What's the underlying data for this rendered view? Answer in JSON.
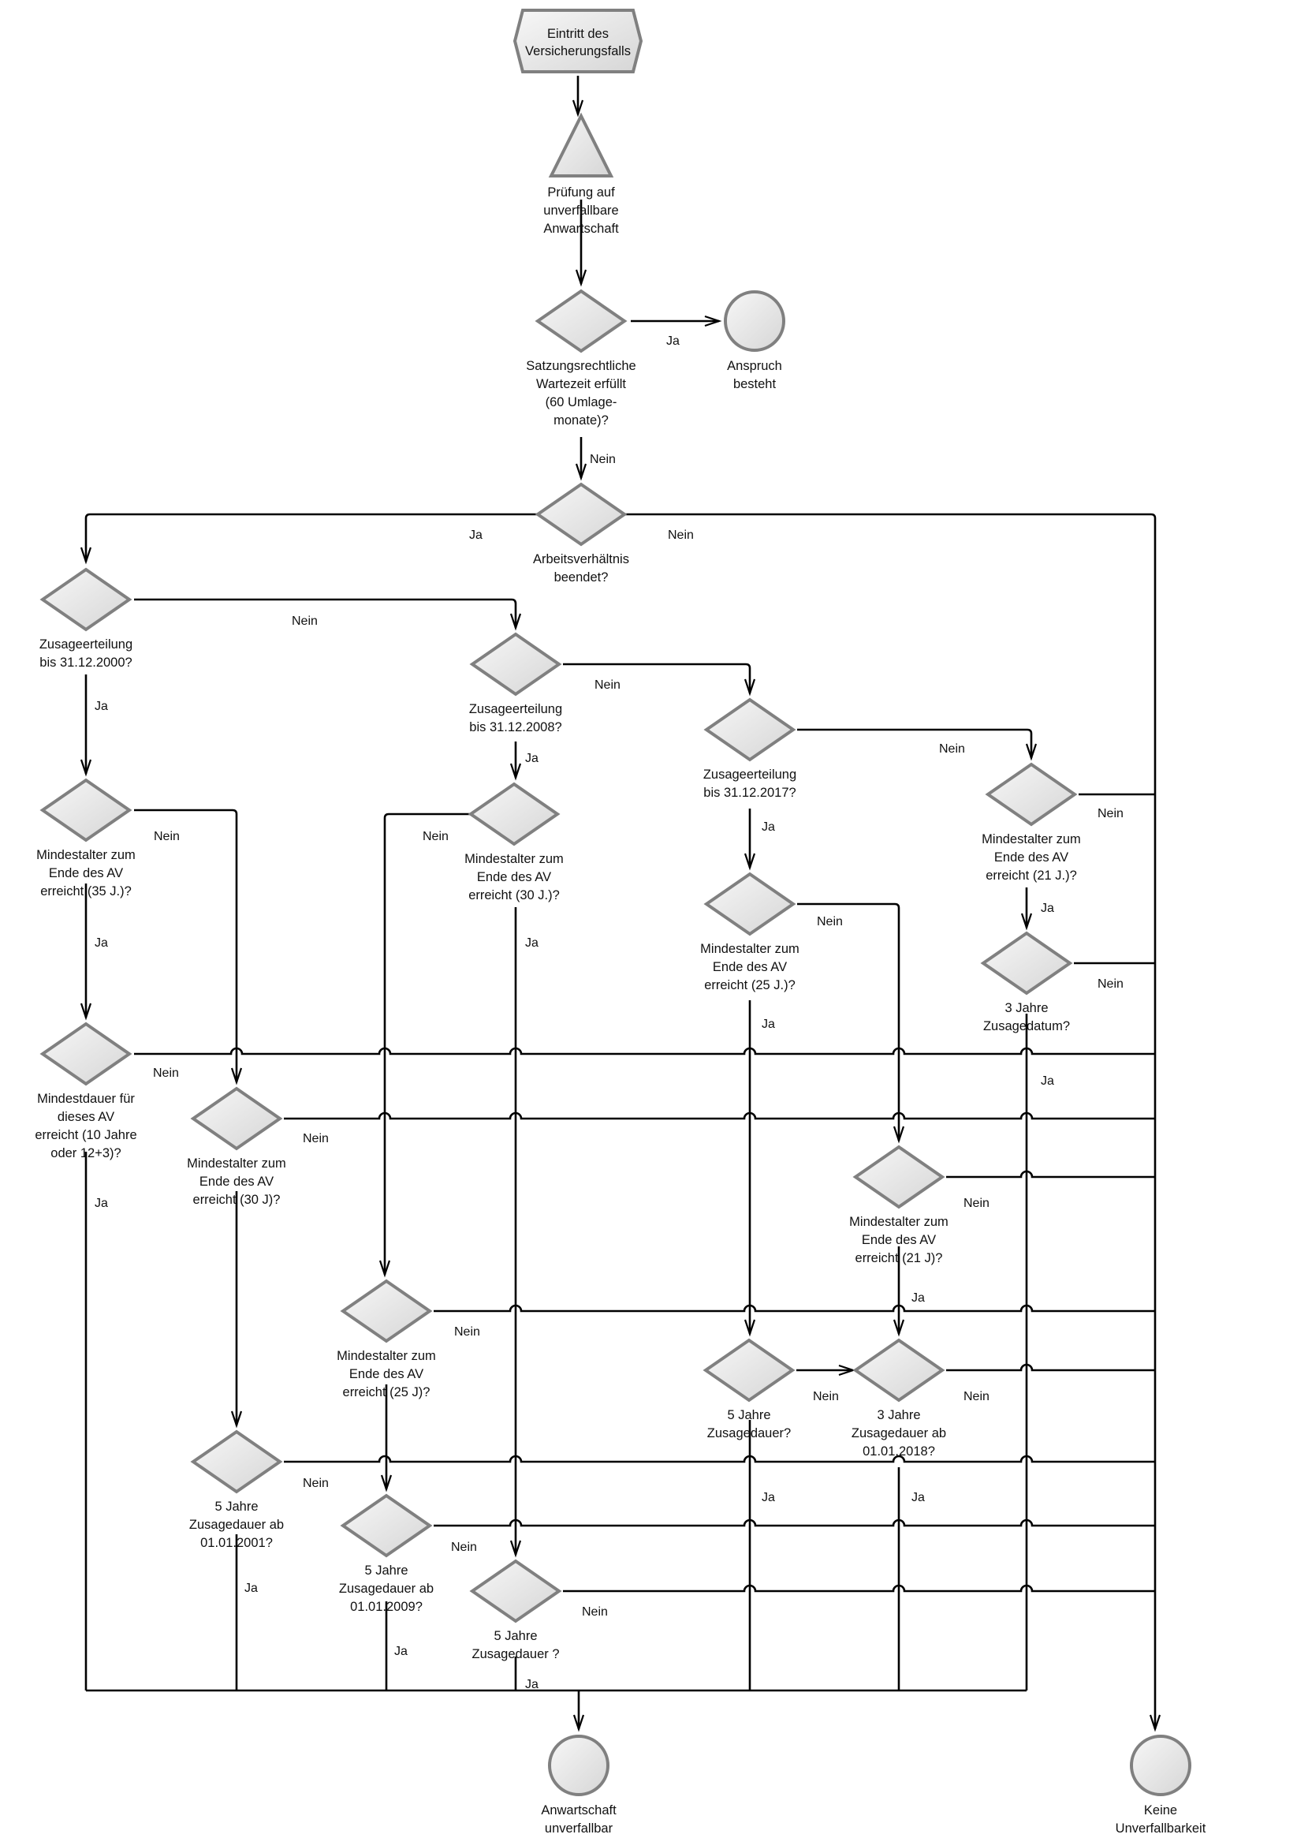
{
  "diagram": {
    "type": "flowchart",
    "language": "de",
    "nodes": [
      {
        "id": "start",
        "shape": "hexagon",
        "lines": [
          "Eintritt des",
          "Versicherungsfalls"
        ]
      },
      {
        "id": "check",
        "shape": "triangle",
        "lines": [
          "Prüfung auf",
          "unverfallbare",
          "Anwartschaft"
        ]
      },
      {
        "id": "d_wartezeit",
        "shape": "diamond",
        "lines": [
          "Satzungsrechtliche",
          "Wartezeit erfüllt",
          "(60 Umlage-",
          "monate)?"
        ]
      },
      {
        "id": "t_anspruch",
        "shape": "circle",
        "lines": [
          "Anspruch",
          "besteht"
        ]
      },
      {
        "id": "d_av_beendet",
        "shape": "diamond",
        "lines": [
          "Arbeitsverhältnis",
          "beendet?"
        ]
      },
      {
        "id": "d_2000",
        "shape": "diamond",
        "lines": [
          "Zusageerteilung",
          "bis 31.12.2000?"
        ]
      },
      {
        "id": "d_2008",
        "shape": "diamond",
        "lines": [
          "Zusageerteilung",
          "bis 31.12.2008?"
        ]
      },
      {
        "id": "d_2017",
        "shape": "diamond",
        "lines": [
          "Zusageerteilung",
          "bis 31.12.2017?"
        ]
      },
      {
        "id": "d_alter21a",
        "shape": "diamond",
        "lines": [
          "Mindestalter zum",
          "Ende des AV",
          "erreicht (21 J.)?"
        ]
      },
      {
        "id": "d_alter35",
        "shape": "diamond",
        "lines": [
          "Mindestalter zum",
          "Ende des AV",
          "erreicht (35 J.)?"
        ]
      },
      {
        "id": "d_alter30a",
        "shape": "diamond",
        "lines": [
          "Mindestalter zum",
          "Ende des AV",
          "erreicht (30 J.)?"
        ]
      },
      {
        "id": "d_alter25a",
        "shape": "diamond",
        "lines": [
          "Mindestalter zum",
          "Ende des AV",
          "erreicht (25 J.)?"
        ]
      },
      {
        "id": "d_3j_datum",
        "shape": "diamond",
        "lines": [
          "3 Jahre",
          "Zusagedatum?"
        ]
      },
      {
        "id": "d_mindestdauer",
        "shape": "diamond",
        "lines": [
          "Mindestdauer für",
          "dieses AV",
          "erreicht (10 Jahre",
          "oder 12+3)?"
        ]
      },
      {
        "id": "d_alter30b",
        "shape": "diamond",
        "lines": [
          "Mindestalter zum",
          "Ende des AV",
          "erreicht (30 J)?"
        ]
      },
      {
        "id": "d_alter21b",
        "shape": "diamond",
        "lines": [
          "Mindestalter zum",
          "Ende des AV",
          "erreicht (21 J)?"
        ]
      },
      {
        "id": "d_alter25b",
        "shape": "diamond",
        "lines": [
          "Mindestalter zum",
          "Ende des AV",
          "erreicht (25 J)?"
        ]
      },
      {
        "id": "d_5j",
        "shape": "diamond",
        "lines": [
          "5 Jahre",
          "Zusagedauer?"
        ]
      },
      {
        "id": "d_3j_2018",
        "shape": "diamond",
        "lines": [
          "3 Jahre",
          "Zusagedauer ab",
          "01.01.2018?"
        ]
      },
      {
        "id": "d_5j_2001",
        "shape": "diamond",
        "lines": [
          "5 Jahre",
          "Zusagedauer ab",
          "01.01.2001?"
        ]
      },
      {
        "id": "d_5j_2009",
        "shape": "diamond",
        "lines": [
          "5 Jahre",
          "Zusagedauer ab",
          "01.01.2009?"
        ]
      },
      {
        "id": "d_5j_q",
        "shape": "diamond",
        "lines": [
          "5 Jahre",
          "Zusagedauer ?"
        ]
      },
      {
        "id": "t_unverfallbar",
        "shape": "circle",
        "lines": [
          "Anwartschaft",
          "unverfallbar"
        ]
      },
      {
        "id": "t_keine",
        "shape": "circle",
        "lines": [
          "Keine",
          "Unverfallbarkeit"
        ]
      }
    ],
    "edge_labels": {
      "yes": "Ja",
      "no": "Nein"
    }
  }
}
